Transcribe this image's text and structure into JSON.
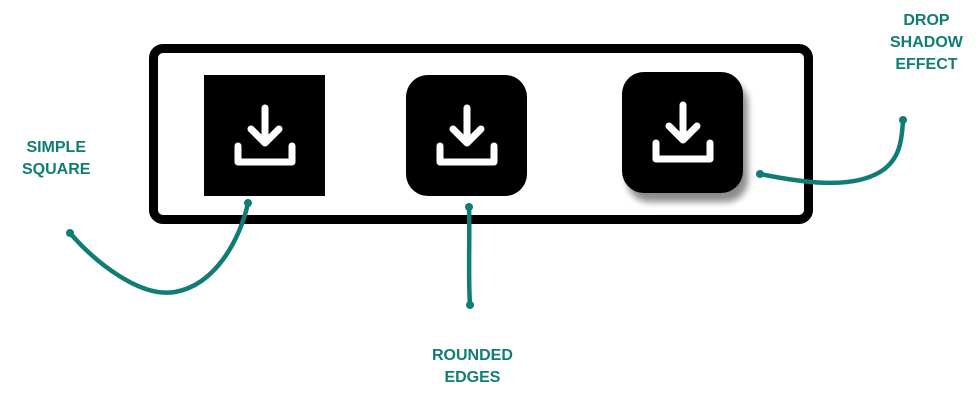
{
  "labels": {
    "simple_square": {
      "line1": "SIMPLE",
      "line2": "SQUARE"
    },
    "rounded_edges": {
      "line1": "ROUNDED",
      "line2": "EDGES"
    },
    "drop_shadow": {
      "line1": "DROP",
      "line2": "SHADOW",
      "line3": "EFFECT"
    }
  },
  "icons": [
    "download-icon",
    "download-icon",
    "download-icon"
  ],
  "colors": {
    "accent": "#0f7d74",
    "tile": "#000000",
    "glyph": "#ffffff"
  }
}
